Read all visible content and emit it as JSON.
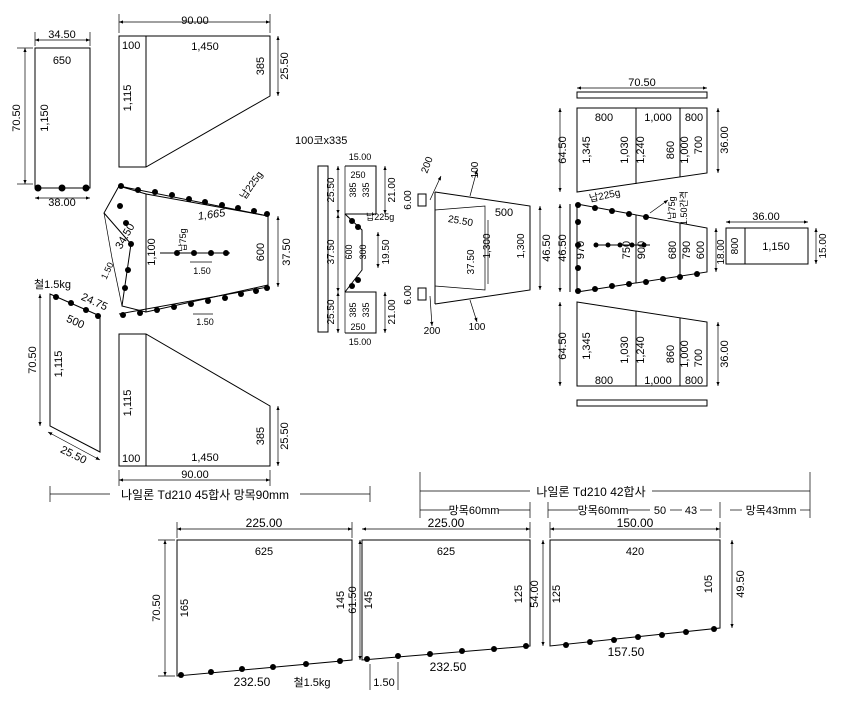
{
  "labels": {
    "l_345": "34.50",
    "l_650": "650",
    "l_7050a": "70.50",
    "l_1150a": "1,150",
    "l_3800": "38.00",
    "l_9000top": "90.00",
    "l_100top": "100",
    "l_1450top": "1,450",
    "l_1115top": "1,115",
    "l_385top": "385",
    "l_2550top": "25.50",
    "l_1665": "1,665",
    "l_nam225a": "납225g",
    "l_3450b": "34.50",
    "l_150a": "1.50",
    "l_1100": "1,100",
    "l_nam75a": "납75g",
    "l_150b": "1.50",
    "l_600a": "600",
    "l_3750a": "37.50",
    "l_150c": "1.50",
    "l_chul15a": "철1.5kg",
    "l_2475": "24.75",
    "l_500a": "500",
    "l_7050b": "70.50",
    "l_1115b": "1,115",
    "l_2550b": "25.50",
    "l_1115bot": "1,115",
    "l_385bot": "385",
    "l_2550bot": "25.50",
    "l_100bot": "100",
    "l_1450bot": "1,450",
    "l_9000bot": "90.00",
    "l_100kox": "100코x335",
    "l_1500a": "15.00",
    "l_250a": "250",
    "l_385c": "385",
    "l_335a": "335",
    "l_2550c": "25.50",
    "l_2100a": "21.00",
    "l_nam225b": "납225g",
    "l_3750b": "37.50",
    "l_600b": "600",
    "l_300": "300",
    "l_1950": "19.50",
    "l_2550d": "25.50",
    "l_385d": "385",
    "l_335b": "335",
    "l_250b": "250",
    "l_2100b": "21.00",
    "l_1500b": "15.00",
    "l_200a": "200",
    "l_100a": "100",
    "l_600c": "6.00",
    "l_2550e": "25.50",
    "l_500b": "500",
    "l_3750c": "37.50",
    "l_1300a": "1,300",
    "l_1300b": "1,300",
    "l_4650a": "46.50",
    "l_600d": "6.00",
    "l_200b": "200",
    "l_100b": "100",
    "l_7050c": "70.50",
    "l_800a": "800",
    "l_1000a": "1,000",
    "l_800b": "800",
    "l_6450a": "64.50",
    "l_1345a": "1,345",
    "l_1030a": "1,030",
    "l_1240a": "1,240",
    "l_860a": "860",
    "l_1000b": "1,000",
    "l_700a": "700",
    "l_3600a": "36.00",
    "l_nam225c": "납225g",
    "l_nam75b": "납75g",
    "l_150gan": "1.50간격",
    "l_4650b": "46.50",
    "l_970": "970",
    "l_750": "750",
    "l_900": "900",
    "l_680": "680",
    "l_790": "790",
    "l_600e": "600",
    "l_1800": "18.00",
    "l_3600b": "36.00",
    "l_800c": "800",
    "l_1150b": "1,150",
    "l_1500c": "15.00",
    "l_6450b": "64.50",
    "l_1345b": "1,345",
    "l_1030b": "1,030",
    "l_1240b": "1,240",
    "l_860b": "860",
    "l_1000c": "1,000",
    "l_700b": "700",
    "l_3600c": "36.00",
    "l_800d": "800",
    "l_1000d": "1,000",
    "l_800e": "800",
    "l_net45": "나일론 Td210 45합사 망목90mm",
    "l_net42": "나일론 Td210 42합사",
    "l_mesh60a": "망목60mm",
    "l_mesh60b": "망목60mm",
    "l_50": "50",
    "l_43a": "43",
    "l_mesh43": "망목43mm",
    "l_22500a": "225.00",
    "l_625a": "625",
    "l_7050d": "70.50",
    "l_165": "165",
    "l_145a": "145",
    "l_6150": "61.50",
    "l_23250a": "232.50",
    "l_chul15b": "철1.5kg",
    "l_22500b": "225.00",
    "l_625b": "625",
    "l_145b": "145",
    "l_125a": "125",
    "l_5400": "54.00",
    "l_150d": "1.50",
    "l_23250b": "232.50",
    "l_15000": "150.00",
    "l_420": "420",
    "l_125b": "125",
    "l_105": "105",
    "l_4950": "49.50",
    "l_15750": "157.50"
  }
}
